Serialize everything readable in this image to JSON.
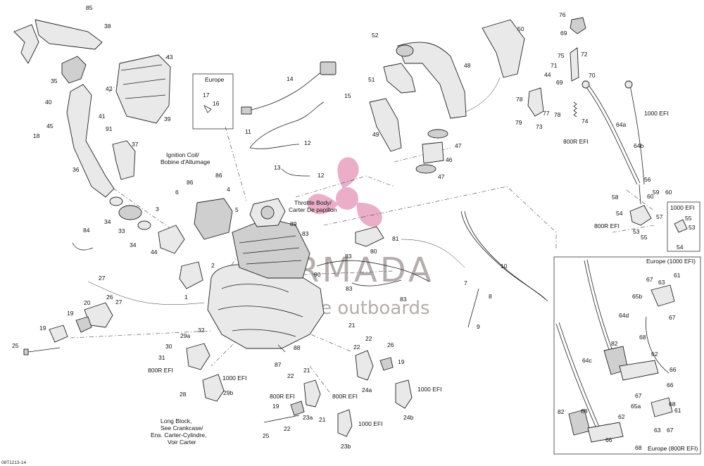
{
  "watermark": {
    "brand": "ARMADA",
    "tagline": "marine outboards",
    "accent_color": "#e8a0bf"
  },
  "reference_code": "08T1213-14",
  "region_labels": {
    "europe_box_title": "Europe",
    "europe_1000": "Europe (1000 EFI)",
    "europe_800": "Europe (800R EFI)"
  },
  "callouts": {
    "ignition_coil": [
      "Ignition Coil/",
      "Bobine d'Allumage"
    ],
    "throttle_body": [
      "Throttle Body/",
      "Carter De papillon"
    ],
    "long_block": [
      "Long Block,",
      "See Crankcase/",
      "Ens. Carter-Cylindre,",
      "Voir Carter"
    ]
  },
  "part_numbers": [
    {
      "id": "p85",
      "text": "85"
    },
    {
      "id": "p38",
      "text": "38"
    },
    {
      "id": "p35",
      "text": "35"
    },
    {
      "id": "p43",
      "text": "43"
    },
    {
      "id": "p40",
      "text": "40"
    },
    {
      "id": "p42",
      "text": "42"
    },
    {
      "id": "p41",
      "text": "41"
    },
    {
      "id": "p39",
      "text": "39"
    },
    {
      "id": "p91",
      "text": "91"
    },
    {
      "id": "p18",
      "text": "18"
    },
    {
      "id": "p45",
      "text": "45"
    },
    {
      "id": "p37",
      "text": "37"
    },
    {
      "id": "p36",
      "text": "36"
    },
    {
      "id": "p34a",
      "text": "34"
    },
    {
      "id": "p33",
      "text": "33"
    },
    {
      "id": "p34b",
      "text": "34"
    },
    {
      "id": "p84",
      "text": "84"
    },
    {
      "id": "p44",
      "text": "44"
    },
    {
      "id": "p3",
      "text": "3"
    },
    {
      "id": "p6",
      "text": "6"
    },
    {
      "id": "p86a",
      "text": "86"
    },
    {
      "id": "p86b",
      "text": "86"
    },
    {
      "id": "p4",
      "text": "4"
    },
    {
      "id": "p5",
      "text": "5"
    },
    {
      "id": "p1",
      "text": "1"
    },
    {
      "id": "p2",
      "text": "2"
    },
    {
      "id": "p27a",
      "text": "27"
    },
    {
      "id": "p26",
      "text": "26"
    },
    {
      "id": "p27b",
      "text": "27"
    },
    {
      "id": "p20",
      "text": "20"
    },
    {
      "id": "p19a",
      "text": "19"
    },
    {
      "id": "p19b",
      "text": "19"
    },
    {
      "id": "p25a",
      "text": "25"
    },
    {
      "id": "p17",
      "text": "17"
    },
    {
      "id": "p16",
      "text": "16"
    },
    {
      "id": "p14",
      "text": "14"
    },
    {
      "id": "p15",
      "text": "15"
    },
    {
      "id": "p11",
      "text": "11"
    },
    {
      "id": "p12a",
      "text": "12"
    },
    {
      "id": "p13",
      "text": "13"
    },
    {
      "id": "p12b",
      "text": "12"
    },
    {
      "id": "p89",
      "text": "89"
    },
    {
      "id": "p83a",
      "text": "83"
    },
    {
      "id": "p81",
      "text": "81"
    },
    {
      "id": "p80",
      "text": "80"
    },
    {
      "id": "p83b",
      "text": "83"
    },
    {
      "id": "p90",
      "text": "90"
    },
    {
      "id": "p83c",
      "text": "83"
    },
    {
      "id": "p83d",
      "text": "83"
    },
    {
      "id": "p52",
      "text": "52"
    },
    {
      "id": "p50",
      "text": "50"
    },
    {
      "id": "p51",
      "text": "51"
    },
    {
      "id": "p48",
      "text": "48"
    },
    {
      "id": "p49",
      "text": "49"
    },
    {
      "id": "p47a",
      "text": "47"
    },
    {
      "id": "p46",
      "text": "46"
    },
    {
      "id": "p47b",
      "text": "47"
    },
    {
      "id": "p10",
      "text": "10"
    },
    {
      "id": "p7",
      "text": "7"
    },
    {
      "id": "p8",
      "text": "8"
    },
    {
      "id": "p9",
      "text": "9"
    },
    {
      "id": "p76",
      "text": "76"
    },
    {
      "id": "p69a",
      "text": "69"
    },
    {
      "id": "p75",
      "text": "75"
    },
    {
      "id": "p72",
      "text": "72"
    },
    {
      "id": "p71",
      "text": "71"
    },
    {
      "id": "p70",
      "text": "70"
    },
    {
      "id": "p44b",
      "text": "44"
    },
    {
      "id": "p69b",
      "text": "69"
    },
    {
      "id": "p78a",
      "text": "78"
    },
    {
      "id": "p77",
      "text": "77"
    },
    {
      "id": "p78b",
      "text": "78"
    },
    {
      "id": "p79",
      "text": "79"
    },
    {
      "id": "p73",
      "text": "73"
    },
    {
      "id": "p74",
      "text": "74"
    },
    {
      "id": "p64a",
      "text": "64a"
    },
    {
      "id": "p64b",
      "text": "64b"
    },
    {
      "id": "p56",
      "text": "56"
    },
    {
      "id": "p59",
      "text": "59"
    },
    {
      "id": "p60a",
      "text": "60"
    },
    {
      "id": "p58",
      "text": "58"
    },
    {
      "id": "p60b",
      "text": "60"
    },
    {
      "id": "p54a",
      "text": "54"
    },
    {
      "id": "p57",
      "text": "57"
    },
    {
      "id": "p53a",
      "text": "53"
    },
    {
      "id": "p55a",
      "text": "55"
    },
    {
      "id": "p55b",
      "text": "55"
    },
    {
      "id": "p53b",
      "text": "53"
    },
    {
      "id": "p54b",
      "text": "54"
    },
    {
      "id": "p29a",
      "text": "29a"
    },
    {
      "id": "p32",
      "text": "32"
    },
    {
      "id": "p30",
      "text": "30"
    },
    {
      "id": "p31",
      "text": "31"
    },
    {
      "id": "p28",
      "text": "28"
    },
    {
      "id": "p29b",
      "text": "29b"
    },
    {
      "id": "p88",
      "text": "88"
    },
    {
      "id": "p87",
      "text": "87"
    },
    {
      "id": "p21a",
      "text": "21"
    },
    {
      "id": "p22a",
      "text": "22"
    },
    {
      "id": "p22b",
      "text": "22"
    },
    {
      "id": "p26b",
      "text": "26"
    },
    {
      "id": "p19c",
      "text": "19"
    },
    {
      "id": "p24a",
      "text": "24a"
    },
    {
      "id": "p24b",
      "text": "24b"
    },
    {
      "id": "p21b",
      "text": "21"
    },
    {
      "id": "p22c",
      "text": "22"
    },
    {
      "id": "p19d",
      "text": "19"
    },
    {
      "id": "p23a",
      "text": "23a"
    },
    {
      "id": "p21c",
      "text": "21"
    },
    {
      "id": "p22d",
      "text": "22"
    },
    {
      "id": "p25b",
      "text": "25"
    },
    {
      "id": "p23b",
      "text": "23b"
    },
    {
      "id": "p67a",
      "text": "67"
    },
    {
      "id": "p61a",
      "text": "61"
    },
    {
      "id": "p63a",
      "text": "63"
    },
    {
      "id": "p65b",
      "text": "65b"
    },
    {
      "id": "p67b",
      "text": "67"
    },
    {
      "id": "p64d",
      "text": "64d"
    },
    {
      "id": "p68a",
      "text": "68"
    },
    {
      "id": "p82a",
      "text": "82"
    },
    {
      "id": "p62a",
      "text": "62"
    },
    {
      "id": "p66a",
      "text": "66"
    },
    {
      "id": "p66b",
      "text": "66"
    },
    {
      "id": "p68b",
      "text": "68"
    },
    {
      "id": "p64c",
      "text": "64c"
    },
    {
      "id": "p67c",
      "text": "67"
    },
    {
      "id": "p65a",
      "text": "65a"
    },
    {
      "id": "p61b",
      "text": "61"
    },
    {
      "id": "p82b",
      "text": "82"
    },
    {
      "id": "p68c",
      "text": "68"
    },
    {
      "id": "p62b",
      "text": "62"
    },
    {
      "id": "p66c",
      "text": "66"
    },
    {
      "id": "p63b",
      "text": "63"
    },
    {
      "id": "p67d",
      "text": "67"
    },
    {
      "id": "p68d",
      "text": "68"
    }
  ],
  "variant_labels": [
    {
      "id": "v1",
      "text": "800R EFI"
    },
    {
      "id": "v2",
      "text": "1000 EFI"
    },
    {
      "id": "v3",
      "text": "800R EFI"
    },
    {
      "id": "v4",
      "text": "1000 EFI"
    },
    {
      "id": "v5",
      "text": "800R EFI"
    },
    {
      "id": "v6",
      "text": "1000 EFI"
    },
    {
      "id": "v7",
      "text": "800R EFI"
    },
    {
      "id": "v8",
      "text": "1000 EFI"
    },
    {
      "id": "v9",
      "text": "800R EFI"
    },
    {
      "id": "v10",
      "text": "1000 EFI"
    },
    {
      "id": "v11",
      "text": "1000 EFI"
    }
  ]
}
